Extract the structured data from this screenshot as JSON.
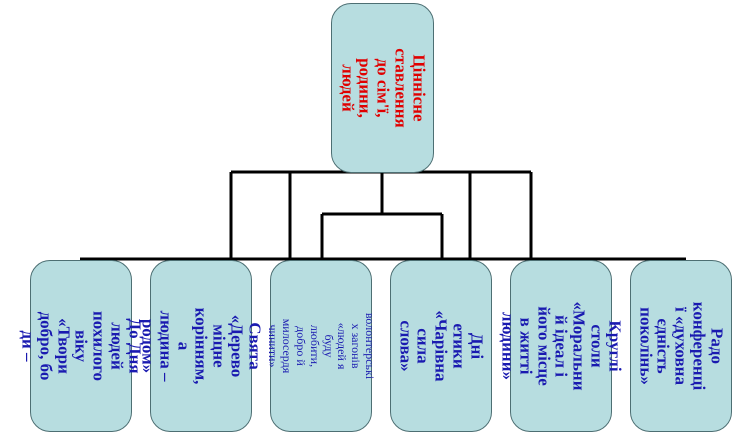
{
  "root": {
    "text": "Ціннісне\nставлення\nдо сім'ї,\nродини,\nлюдей"
  },
  "children": [
    {
      "text": "До Дня\nлюдей\nпохилого\nвіку\n«Твори\nдобро, бо\nди –"
    },
    {
      "text": "Свята\n«Дерево\nміцне\nкорінням, а\nлюдина –\nродом»"
    },
    {
      "text": "волонтерськi\nх загонiв\n«людей я\nбуду любити,\nдобро й\nмилосердя\nчинити»"
    },
    {
      "text": "Дні етики\n«Чарівна\nсила\nслова»"
    },
    {
      "text": "Круглі\nстоли\n«Моральни\nй ідеал і\nйого місце\nв житті\nлюдини»"
    },
    {
      "text": "Радо\nконференці\nї «духовна\nєдність\nпоколінь»"
    }
  ],
  "colors": {
    "box_fill": "#b7dde0",
    "root_text": "#e00000",
    "child_text": "#1a1ab0",
    "connector": "#000000"
  }
}
